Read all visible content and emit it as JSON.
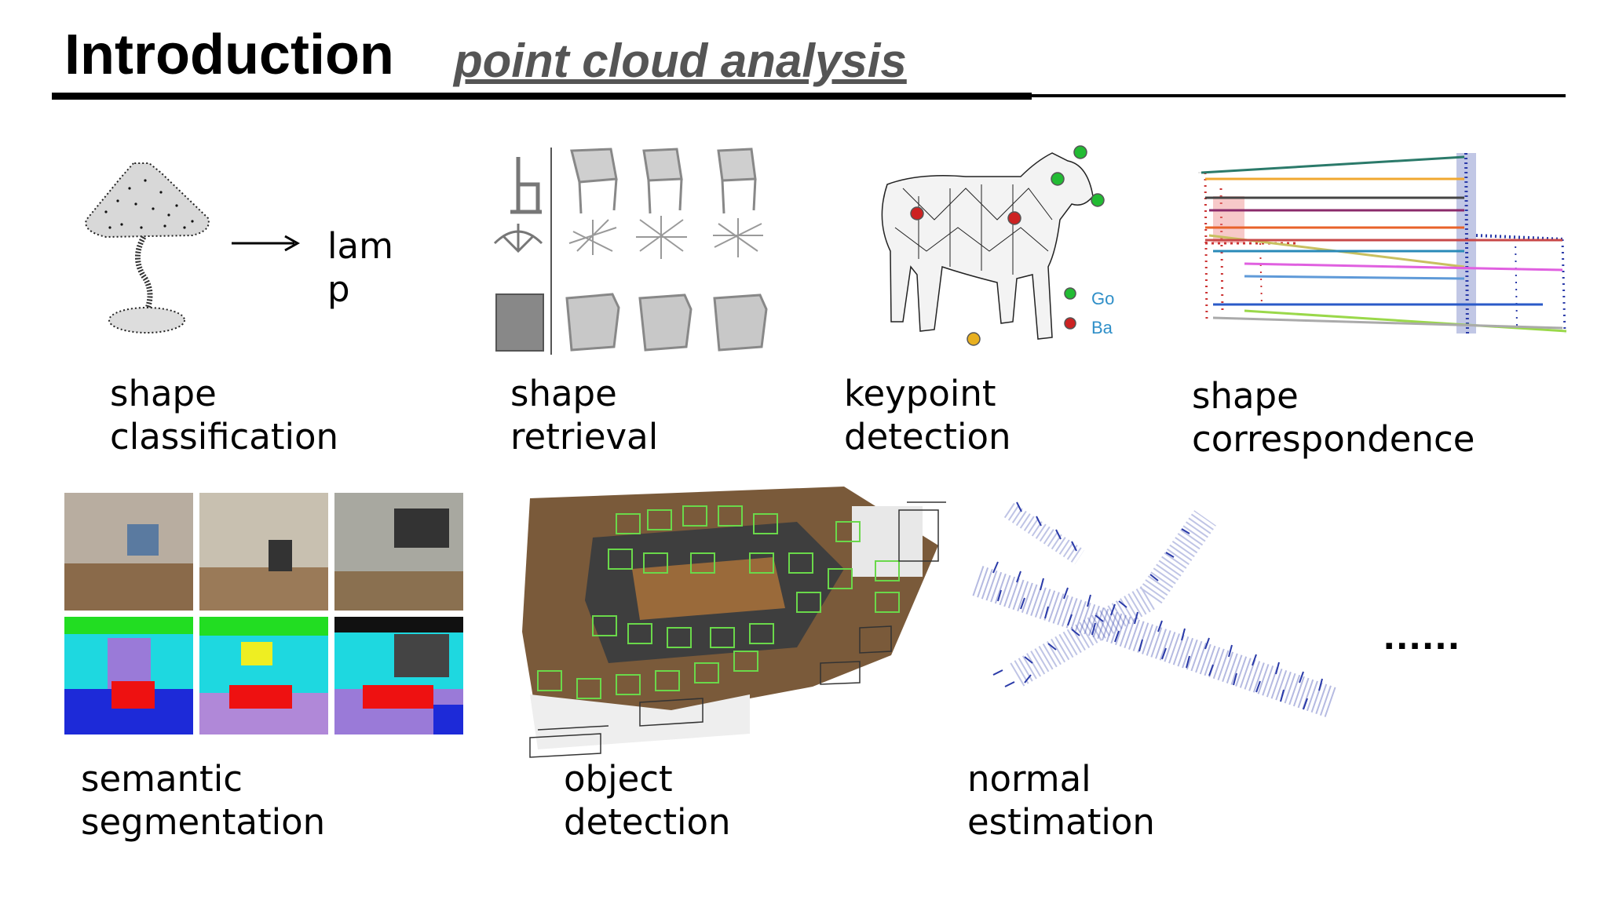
{
  "slide": {
    "title": "Introduction",
    "subtitle": "point cloud analysis"
  },
  "tasks": [
    {
      "line1": "shape",
      "line2": "classification"
    },
    {
      "line1": "shape",
      "line2": "retrieval"
    },
    {
      "line1": "keypoint",
      "line2": "detection"
    },
    {
      "line1": "shape",
      "line2": "correspondence"
    },
    {
      "line1": "semantic",
      "line2": "segmentation"
    },
    {
      "line1": "object",
      "line2": "detection"
    },
    {
      "line1": "normal",
      "line2": "estimation"
    }
  ],
  "classification_output": {
    "line1": "lam",
    "line2": "p"
  },
  "keypoint_legend": {
    "good": "Go",
    "bad": "Ba"
  },
  "ellipsis": "......",
  "colors": {
    "subtitle": "#555555",
    "keypoint_good": "#22bb33",
    "keypoint_bad": "#cc2222",
    "keypoint_extra": "#e8b020",
    "legend_text": "#2f8fc8",
    "normals": "#2a3aa8"
  }
}
